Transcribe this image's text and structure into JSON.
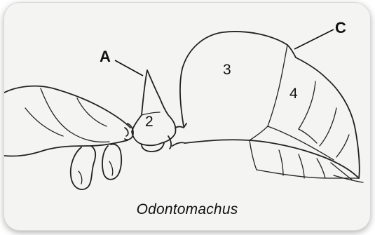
{
  "figure": {
    "callouts": {
      "a": "A",
      "c": "C"
    },
    "segments": {
      "s2": "2",
      "s3": "3",
      "s4": "4"
    },
    "caption": "Odontomachus"
  },
  "colors": {
    "background": "#f4f4f2",
    "line": "#222222"
  }
}
